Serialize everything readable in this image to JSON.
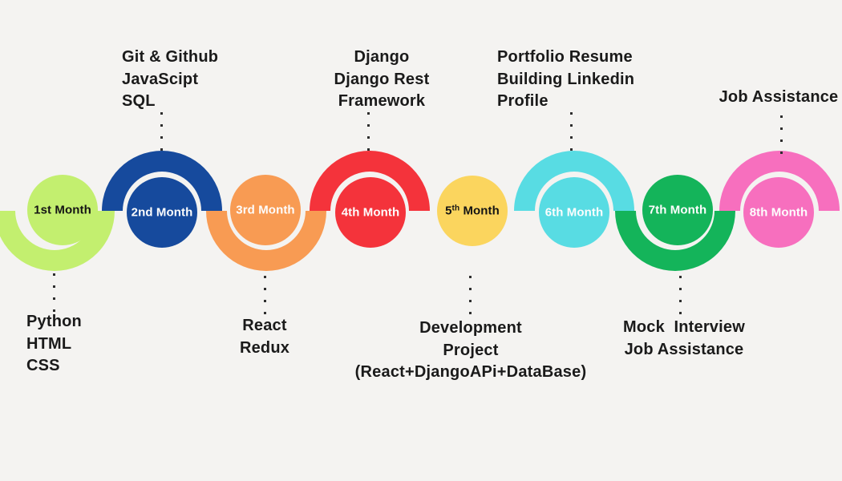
{
  "background_color": "#f4f3f1",
  "text_color": "#1a1a1a",
  "dot_color": "#2e2e2e",
  "months": [
    {
      "label": "1st Month",
      "color": "#c3ef6f",
      "label_text_color": "#141414",
      "ring": "bottom",
      "topics": [
        "Python",
        "HTML",
        "CSS"
      ],
      "topics_position": "below"
    },
    {
      "label": "2nd Month",
      "color": "#164a9d",
      "label_text_color": "#fdfdfd",
      "ring": "top",
      "topics": [
        "Git & Github",
        "JavaScipt",
        "SQL"
      ],
      "topics_position": "above"
    },
    {
      "label": "3rd Month",
      "color": "#f89b53",
      "label_text_color": "#fdfdfd",
      "ring": "bottom",
      "topics": [
        "React",
        "Redux"
      ],
      "topics_position": "below"
    },
    {
      "label": "4th Month",
      "color": "#f4333b",
      "label_text_color": "#fdfdfd",
      "ring": "top",
      "topics": [
        "Django",
        "Django Rest",
        "Framework"
      ],
      "topics_position": "above"
    },
    {
      "label_num": "5",
      "label_sup": "th",
      "label_rest": " Month",
      "color": "#fbd55e",
      "label_text_color": "#141414",
      "ring": "none",
      "topics": [
        "Development",
        "Project",
        "(React+DjangoAPi+DataBase)"
      ],
      "topics_position": "below"
    },
    {
      "label": "6th Month",
      "color": "#58dce3",
      "label_text_color": "#fdfdfd",
      "ring": "top",
      "topics": [
        "Portfolio Resume",
        "Building Linkedin",
        "Profile"
      ],
      "topics_position": "above"
    },
    {
      "label": "7th Month",
      "color": "#14b45a",
      "label_text_color": "#fdfdfd",
      "ring": "bottom",
      "topics": [
        "Mock  Interview",
        "Job Assistance"
      ],
      "topics_position": "below"
    },
    {
      "label": "8th Month",
      "color": "#f76fbe",
      "label_text_color": "#fdfdfd",
      "ring": "top",
      "topics": [
        "Job Assistance"
      ],
      "topics_position": "above"
    }
  ]
}
